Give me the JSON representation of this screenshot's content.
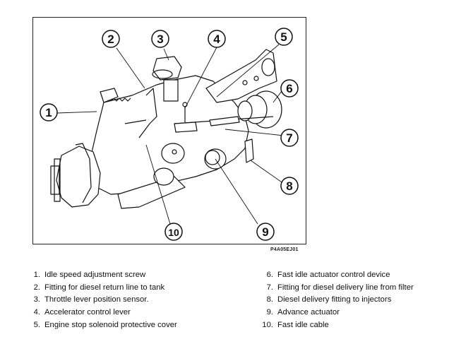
{
  "figure": {
    "code": "P4A05EJ01",
    "callouts": [
      "1",
      "2",
      "3",
      "4",
      "5",
      "6",
      "7",
      "8",
      "9",
      "10"
    ]
  },
  "legend": {
    "left": [
      {
        "num": "1.",
        "label": "Idle speed adjustment screw"
      },
      {
        "num": "2.",
        "label": "Fitting for diesel return line to tank"
      },
      {
        "num": "3.",
        "label": "Throttle lever position sensor."
      },
      {
        "num": "4.",
        "label": "Accelerator control lever"
      },
      {
        "num": "5.",
        "label": "Engine stop solenoid protective cover"
      }
    ],
    "right": [
      {
        "num": "6.",
        "label": "Fast idle actuator control device"
      },
      {
        "num": "7.",
        "label": "Fitting for diesel delivery line from filter"
      },
      {
        "num": "8.",
        "label": "Diesel delivery fitting to injectors"
      },
      {
        "num": "9.",
        "label": "Advance actuator"
      },
      {
        "num": "10.",
        "label": "Fast idle cable"
      }
    ]
  }
}
